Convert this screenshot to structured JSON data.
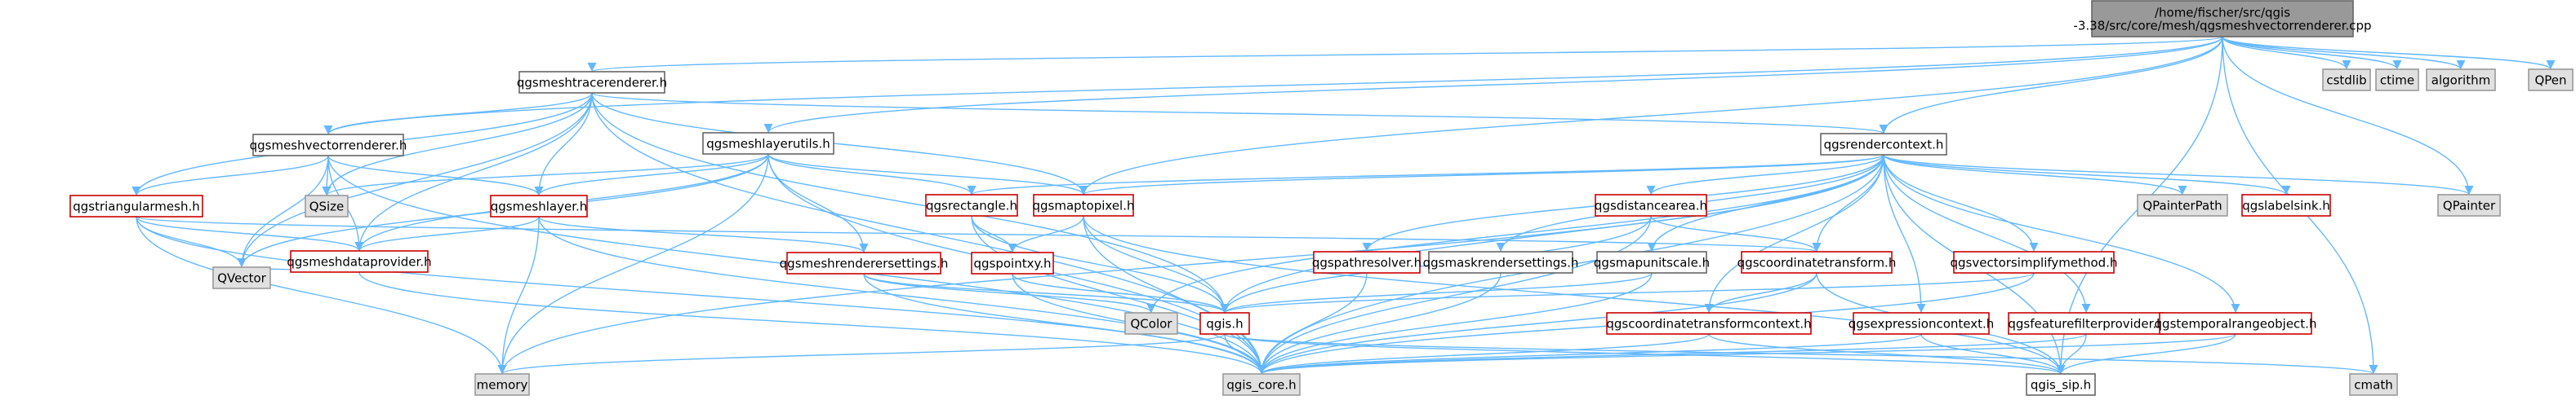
{
  "colors": {
    "edge": "#63b8ff",
    "edge_dark": "#6a8ecf",
    "box_border": "#666666",
    "red_border": "#cc0000",
    "root_fill": "#999999",
    "sys_fill": "#e0e0e0",
    "white": "#ffffff"
  },
  "nodes": [
    {
      "id": "root",
      "kind": "root",
      "lines": [
        "/home/fischer/src/qgis",
        "-3.38/src/core/mesh/qgsmeshvectorrenderer.cpp"
      ]
    },
    {
      "id": "cstdlib",
      "kind": "sys",
      "lines": [
        "cstdlib"
      ]
    },
    {
      "id": "ctime",
      "kind": "sys",
      "lines": [
        "ctime"
      ]
    },
    {
      "id": "algorithm",
      "kind": "sys",
      "lines": [
        "algorithm"
      ]
    },
    {
      "id": "QPen",
      "kind": "sys",
      "lines": [
        "QPen"
      ]
    },
    {
      "id": "qgsmeshtracerenderer",
      "kind": "normal",
      "lines": [
        "qgsmeshtracerenderer.h"
      ]
    },
    {
      "id": "qgsmeshvectorrenderer",
      "kind": "normal",
      "lines": [
        "qgsmeshvectorrenderer.h"
      ]
    },
    {
      "id": "qgsmeshlayerutils",
      "kind": "normal",
      "lines": [
        "qgsmeshlayerutils.h"
      ]
    },
    {
      "id": "qgsrendercontext",
      "kind": "normal",
      "lines": [
        "qgsrendercontext.h"
      ]
    },
    {
      "id": "qgstriangularmesh",
      "kind": "red",
      "lines": [
        "qgstriangularmesh.h"
      ]
    },
    {
      "id": "QSize",
      "kind": "sys",
      "lines": [
        "QSize"
      ]
    },
    {
      "id": "qgsmeshlayer",
      "kind": "red",
      "lines": [
        "qgsmeshlayer.h"
      ]
    },
    {
      "id": "qgsrectangle",
      "kind": "red",
      "lines": [
        "qgsrectangle.h"
      ]
    },
    {
      "id": "qgsmaptopixel",
      "kind": "red",
      "lines": [
        "qgsmaptopixel.h"
      ]
    },
    {
      "id": "qgsdistancearea",
      "kind": "red",
      "lines": [
        "qgsdistancearea.h"
      ]
    },
    {
      "id": "QPainterPath",
      "kind": "sys",
      "lines": [
        "QPainterPath"
      ]
    },
    {
      "id": "qgslabelsink",
      "kind": "red",
      "lines": [
        "qgslabelsink.h"
      ]
    },
    {
      "id": "QPainter",
      "kind": "sys",
      "lines": [
        "QPainter"
      ]
    },
    {
      "id": "qgsmeshdataprovider",
      "kind": "red",
      "lines": [
        "qgsmeshdataprovider.h"
      ]
    },
    {
      "id": "qgsmeshrenderersettings",
      "kind": "red",
      "lines": [
        "qgsmeshrenderersettings.h"
      ]
    },
    {
      "id": "qgspointxy",
      "kind": "red",
      "lines": [
        "qgspointxy.h"
      ]
    },
    {
      "id": "qgspathresolver",
      "kind": "red",
      "lines": [
        "qgspathresolver.h"
      ]
    },
    {
      "id": "qgsmaskrendersettings",
      "kind": "normal",
      "lines": [
        "qgsmaskrendersettings.h"
      ]
    },
    {
      "id": "qgsmapunitscale",
      "kind": "normal",
      "lines": [
        "qgsmapunitscale.h"
      ]
    },
    {
      "id": "qgscoordinatetransform",
      "kind": "red",
      "lines": [
        "qgscoordinatetransform.h"
      ]
    },
    {
      "id": "qgsvectorsimplifymethod",
      "kind": "red",
      "lines": [
        "qgsvectorsimplifymethod.h"
      ]
    },
    {
      "id": "QVector",
      "kind": "sys",
      "lines": [
        "QVector"
      ]
    },
    {
      "id": "QColor",
      "kind": "sys",
      "lines": [
        "QColor"
      ]
    },
    {
      "id": "qgis",
      "kind": "red",
      "lines": [
        "qgis.h"
      ]
    },
    {
      "id": "qgscoordinatetransformcontext",
      "kind": "red",
      "lines": [
        "qgscoordinatetransformcontext.h"
      ]
    },
    {
      "id": "qgsexpressioncontext",
      "kind": "red",
      "lines": [
        "qgsexpressioncontext.h"
      ]
    },
    {
      "id": "qgsfeaturefilterprovider",
      "kind": "red",
      "lines": [
        "qgsfeaturefilterprovider.h"
      ]
    },
    {
      "id": "qgstemporalrangeobject",
      "kind": "red",
      "lines": [
        "qgstemporalrangeobject.h"
      ]
    },
    {
      "id": "memory",
      "kind": "sys",
      "lines": [
        "memory"
      ]
    },
    {
      "id": "qgis_core",
      "kind": "sys",
      "lines": [
        "qgis_core.h"
      ]
    },
    {
      "id": "qgis_sip",
      "kind": "normal",
      "lines": [
        "qgis_sip.h"
      ]
    },
    {
      "id": "cmath",
      "kind": "sys",
      "lines": [
        "cmath"
      ]
    }
  ],
  "edges": [
    [
      "root",
      "cstdlib"
    ],
    [
      "root",
      "ctime"
    ],
    [
      "root",
      "algorithm"
    ],
    [
      "root",
      "QPen"
    ],
    [
      "root",
      "qgsmeshtracerenderer"
    ],
    [
      "root",
      "qgsmeshvectorrenderer"
    ],
    [
      "root",
      "qgsmeshlayerutils"
    ],
    [
      "root",
      "qgsrendercontext"
    ],
    [
      "root",
      "qgsmaptopixel"
    ],
    [
      "root",
      "QPainter"
    ],
    [
      "root",
      "cmath"
    ],
    [
      "root",
      "qgis_sip"
    ],
    [
      "qgsmeshtracerenderer",
      "qgsmeshvectorrenderer"
    ],
    [
      "qgsmeshtracerenderer",
      "qgstriangularmesh"
    ],
    [
      "qgsmeshtracerenderer",
      "QSize"
    ],
    [
      "qgsmeshtracerenderer",
      "qgsmeshlayer"
    ],
    [
      "qgsmeshtracerenderer",
      "qgsmaptopixel"
    ],
    [
      "qgsmeshtracerenderer",
      "qgsrendercontext"
    ],
    [
      "qgsmeshtracerenderer",
      "QVector"
    ],
    [
      "qgsmeshtracerenderer",
      "qgis_core"
    ],
    [
      "qgsmeshtracerenderer",
      "qgis"
    ],
    [
      "qgsmeshtracerenderer",
      "qgsmeshdataprovider"
    ],
    [
      "qgsmeshvectorrenderer",
      "qgstriangularmesh"
    ],
    [
      "qgsmeshvectorrenderer",
      "QSize"
    ],
    [
      "qgsmeshvectorrenderer",
      "qgsmeshlayer"
    ],
    [
      "qgsmeshvectorrenderer",
      "qgsmeshdataprovider"
    ],
    [
      "qgsmeshvectorrenderer",
      "QVector"
    ],
    [
      "qgsmeshvectorrenderer",
      "qgis_core"
    ],
    [
      "qgsmeshlayerutils",
      "QSize"
    ],
    [
      "qgsmeshlayerutils",
      "qgsmeshlayer"
    ],
    [
      "qgsmeshlayerutils",
      "qgsrectangle"
    ],
    [
      "qgsmeshlayerutils",
      "qgsmaptopixel"
    ],
    [
      "qgsmeshlayerutils",
      "qgsmeshdataprovider"
    ],
    [
      "qgsmeshlayerutils",
      "qgsmeshrenderersettings"
    ],
    [
      "qgsmeshlayerutils",
      "QVector"
    ],
    [
      "qgsmeshlayerutils",
      "qgis_core"
    ],
    [
      "qgsmeshlayerutils",
      "memory"
    ],
    [
      "qgsrendercontext",
      "qgsrectangle"
    ],
    [
      "qgsrendercontext",
      "qgsmaptopixel"
    ],
    [
      "qgsrendercontext",
      "qgsdistancearea"
    ],
    [
      "qgsrendercontext",
      "QPainterPath"
    ],
    [
      "qgsrendercontext",
      "qgslabelsink"
    ],
    [
      "qgsrendercontext",
      "QPainter"
    ],
    [
      "qgsrendercontext",
      "qgspathresolver"
    ],
    [
      "qgsrendercontext",
      "qgsmaskrendersettings"
    ],
    [
      "qgsrendercontext",
      "qgsmapunitscale"
    ],
    [
      "qgsrendercontext",
      "qgscoordinatetransform"
    ],
    [
      "qgsrendercontext",
      "qgsvectorsimplifymethod"
    ],
    [
      "qgsrendercontext",
      "QColor"
    ],
    [
      "qgsrendercontext",
      "qgis"
    ],
    [
      "qgsrendercontext",
      "qgsexpressioncontext"
    ],
    [
      "qgsrendercontext",
      "qgsfeaturefilterprovider"
    ],
    [
      "qgsrendercontext",
      "qgstemporalrangeobject"
    ],
    [
      "qgsrendercontext",
      "qgis_core"
    ],
    [
      "qgsrendercontext",
      "qgis_sip"
    ],
    [
      "qgsrendercontext",
      "qgscoordinatetransformcontext"
    ],
    [
      "qgsrendercontext",
      "memory"
    ],
    [
      "qgstriangularmesh",
      "qgsmeshdataprovider"
    ],
    [
      "qgstriangularmesh",
      "QVector"
    ],
    [
      "qgstriangularmesh",
      "qgis_core"
    ],
    [
      "qgstriangularmesh",
      "memory"
    ],
    [
      "qgstriangularmesh",
      "qgscoordinatetransform"
    ],
    [
      "qgsmeshlayer",
      "qgsmeshdataprovider"
    ],
    [
      "qgsmeshlayer",
      "qgsmeshrenderersettings"
    ],
    [
      "qgsmeshlayer",
      "qgis_core"
    ],
    [
      "qgsmeshlayer",
      "memory"
    ],
    [
      "qgsrectangle",
      "qgspointxy"
    ],
    [
      "qgsrectangle",
      "qgis"
    ],
    [
      "qgsrectangle",
      "qgis_core"
    ],
    [
      "qgsmaptopixel",
      "qgspointxy"
    ],
    [
      "qgsmaptopixel",
      "qgis"
    ],
    [
      "qgsmaptopixel",
      "qgis_core"
    ],
    [
      "qgsmaptopixel",
      "qgis_sip"
    ],
    [
      "qgsdistancearea",
      "qgscoordinatetransform"
    ],
    [
      "qgsdistancearea",
      "qgis_core"
    ],
    [
      "qgsdistancearea",
      "qgis"
    ],
    [
      "qgsmeshdataprovider",
      "QVector"
    ],
    [
      "qgsmeshdataprovider",
      "qgis_core"
    ],
    [
      "qgsmeshrenderersettings",
      "qgis"
    ],
    [
      "qgsmeshrenderersettings",
      "qgis_core"
    ],
    [
      "qgsmeshrenderersettings",
      "QColor"
    ],
    [
      "qgspointxy",
      "qgis"
    ],
    [
      "qgspointxy",
      "qgis_core"
    ],
    [
      "qgspathresolver",
      "qgis_core"
    ],
    [
      "qgsmaskrendersettings",
      "qgis_core"
    ],
    [
      "qgsmapunitscale",
      "qgis"
    ],
    [
      "qgsmapunitscale",
      "qgis_core"
    ],
    [
      "qgscoordinatetransform",
      "qgscoordinatetransformcontext"
    ],
    [
      "qgscoordinatetransform",
      "qgis_core"
    ],
    [
      "qgscoordinatetransform",
      "qgis_sip"
    ],
    [
      "qgsvectorsimplifymethod",
      "qgis"
    ],
    [
      "qgsvectorsimplifymethod",
      "qgis_core"
    ],
    [
      "qgis",
      "qgis_core"
    ],
    [
      "qgis",
      "qgis_sip"
    ],
    [
      "qgis",
      "memory"
    ],
    [
      "qgis",
      "cmath"
    ],
    [
      "qgscoordinatetransformcontext",
      "qgis_core"
    ],
    [
      "qgscoordinatetransformcontext",
      "qgis_sip"
    ],
    [
      "qgsexpressioncontext",
      "qgis_core"
    ],
    [
      "qgsexpressioncontext",
      "qgis_sip"
    ],
    [
      "qgsfeaturefilterprovider",
      "qgis_core"
    ],
    [
      "qgsfeaturefilterprovider",
      "qgis_sip"
    ],
    [
      "qgstemporalrangeobject",
      "qgis_core"
    ],
    [
      "qgstemporalrangeobject",
      "qgis_sip"
    ]
  ]
}
